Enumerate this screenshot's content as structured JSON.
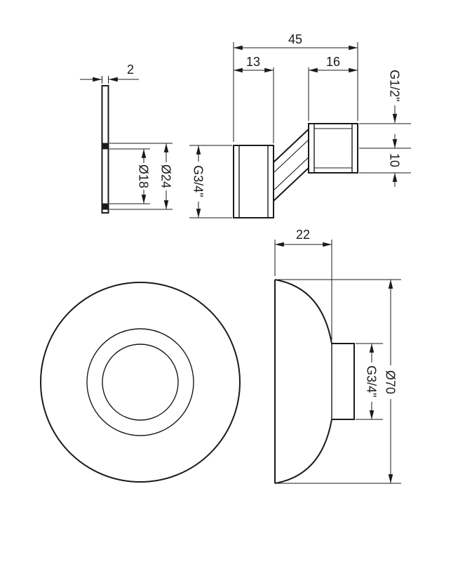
{
  "drawing": {
    "background": "#ffffff",
    "line_color": "#1a1a1a",
    "views": {
      "washer_section": {
        "name": "wall washer side section",
        "thickness": "2",
        "inner_diameter": "Ø18",
        "outer_diameter": "Ø24"
      },
      "offset_fitting": {
        "name": "offset connector side view",
        "overall_length": "45",
        "nut_length": "13",
        "spigot_length": "16",
        "spigot_thread": "G1/2\"",
        "spigot_depth": "10",
        "nut_thread": "G3/4\""
      },
      "escutcheon_front": {
        "name": "escutcheon front view (concentric circles)"
      },
      "escutcheon_side": {
        "name": "escutcheon side view",
        "depth": "22",
        "outer_diameter": "Ø70",
        "thread": "G3/4\""
      }
    }
  }
}
